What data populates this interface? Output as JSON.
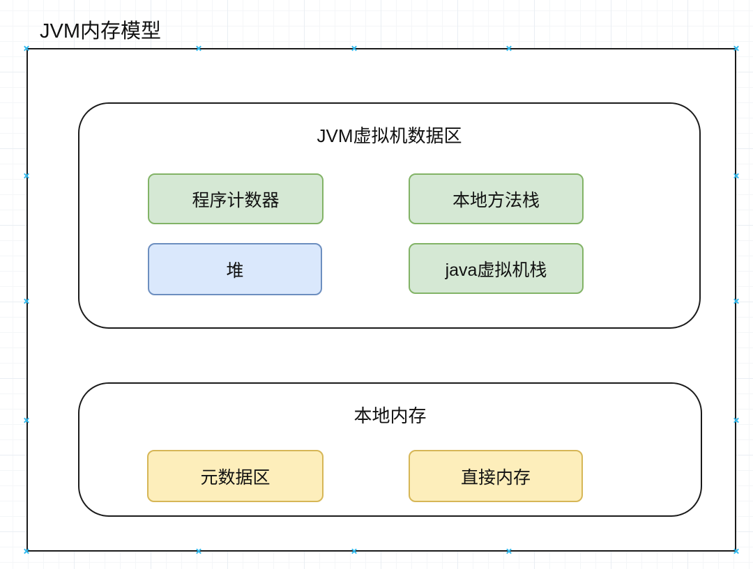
{
  "diagram": {
    "title": "JVM内存模型",
    "containers": [
      {
        "title": "JVM虚拟机数据区",
        "nodes": [
          {
            "label": "程序计数器",
            "style": "green"
          },
          {
            "label": "本地方法栈",
            "style": "green"
          },
          {
            "label": "堆",
            "style": "blue"
          },
          {
            "label": "java虚拟机栈",
            "style": "green"
          }
        ]
      },
      {
        "title": "本地内存",
        "nodes": [
          {
            "label": "元数据区",
            "style": "yellow"
          },
          {
            "label": "直接内存",
            "style": "yellow"
          }
        ]
      }
    ],
    "colors": {
      "node_green_fill": "#d5e8d4",
      "node_green_border": "#82b366",
      "node_blue_fill": "#dae8fc",
      "node_blue_border": "#6c8ebf",
      "node_yellow_fill": "#fdeebb",
      "node_yellow_border": "#d6b656",
      "outline": "#1a1a1a",
      "connection_point": "#2fb9ee"
    }
  }
}
